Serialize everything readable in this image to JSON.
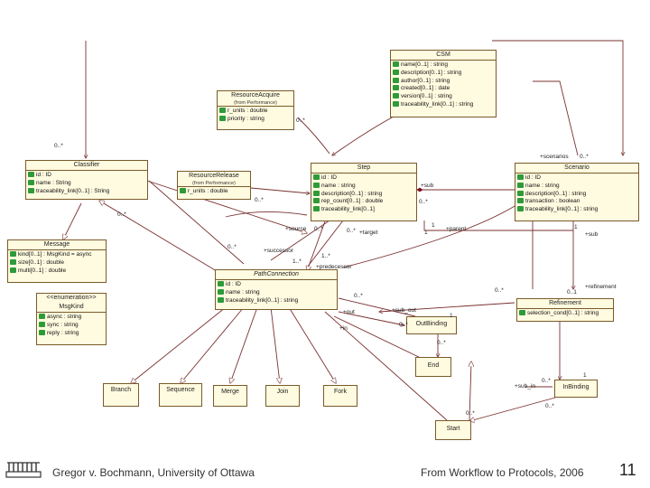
{
  "classes": {
    "csm": {
      "name": "CSM",
      "attrs": [
        "name[0..1] : string",
        "description[0..1] : string",
        "author[0..1] : string",
        "created[0..1] : date",
        "version[0..1] : string",
        "traceability_link[0..1] : string"
      ]
    },
    "resource_acquire": {
      "name": "ResourceAcquire",
      "stereo": "(from Performance)",
      "attrs": [
        "r_units : double",
        "priority : string"
      ]
    },
    "classifier": {
      "name": "Classifier",
      "attrs": [
        "id : ID",
        "name : String",
        "traceability_link[0..1] : String"
      ]
    },
    "resource_release": {
      "name": "ResourceRelease",
      "stereo": "(from Performance)",
      "attrs": [
        "r_units : double"
      ]
    },
    "step": {
      "name": "Step",
      "attrs": [
        "id : ID",
        "name : string",
        "description[0..1] : string",
        "rep_count[0..1] : double",
        "traceability_link[0..1]"
      ]
    },
    "scenario": {
      "name": "Scenario",
      "attrs": [
        "id : ID",
        "name : string",
        "description[0..1] : string",
        "transaction : boolean",
        "traceability_link[0..1] : string"
      ]
    },
    "message": {
      "name": "Message",
      "attrs": [
        "kind[0..1] : MsgKind = async",
        "size[0..1] : double",
        "multi[0..1] : double"
      ]
    },
    "msg_kind": {
      "name": "<<enumeration>>",
      "name2": "MsgKind",
      "attrs": [
        "async : string",
        "sync : string",
        "reply : string"
      ]
    },
    "path_connection": {
      "name": "PathConnection",
      "attrs": [
        "id : ID",
        "name : string",
        "traceability_link[0..1] : string"
      ]
    },
    "refinement": {
      "name": "Refinement",
      "attrs": [
        "selection_cond[0..1] : string"
      ]
    },
    "out_binding": {
      "name": "OutBinding"
    },
    "end": {
      "name": "End"
    },
    "branch": {
      "name": "Branch"
    },
    "sequence": {
      "name": "Sequence"
    },
    "merge": {
      "name": "Merge"
    },
    "join": {
      "name": "Join"
    },
    "fork": {
      "name": "Fork"
    },
    "in_binding": {
      "name": "InBinding"
    },
    "start": {
      "name": "Start"
    }
  },
  "labels": {
    "l1": "0..*",
    "l2": "0..*",
    "l3": "0..*",
    "l4": "+scenarios",
    "l5": "0..*",
    "l6": "+sub",
    "l7": "0..*",
    "l8": "+source",
    "l9": "0..*",
    "l10": "0..*",
    "l11": "+target",
    "l12": "1",
    "l13": "+parent",
    "l14": "1",
    "l15": "+sub",
    "l16": "0..*",
    "l17": "+successor",
    "l18": "1..*",
    "l19": "+predecessor",
    "l20": "1..*",
    "l21": "0..*",
    "l22": "+refinement",
    "l23": "0..1",
    "l24": "0..*",
    "l25": "+out",
    "l26": "+sub_out",
    "l27": "1",
    "l28": "0..*",
    "l29": "+in",
    "l30": "0..*",
    "l31": "+sub_in",
    "l32": "0..*",
    "l33": "1",
    "l34": "0..*",
    "l35": "0..*",
    "l36": "0..*",
    "l37": "1"
  },
  "footer": {
    "left": "Gregor v. Bochmann, University of Ottawa",
    "right": "From Workflow to Protocols, 2006",
    "page": "11"
  },
  "colors": {
    "class_fill": "#fffbe0",
    "class_border": "#7a5a2a",
    "line": "#7a3030",
    "attr_icon": "#2f9a3a"
  }
}
